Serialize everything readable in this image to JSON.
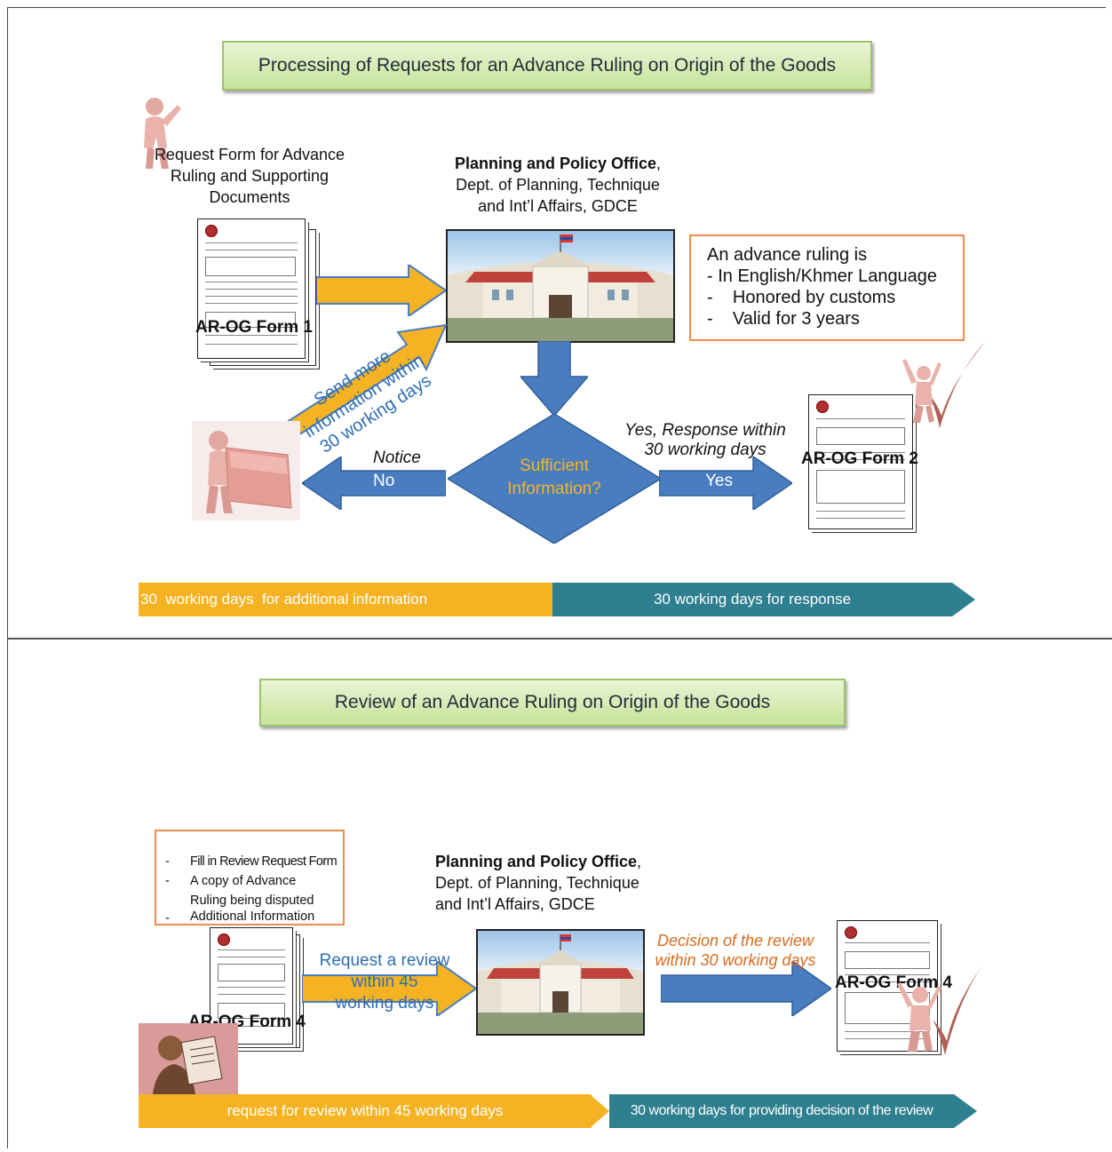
{
  "top": {
    "title": "Processing of Requests for an Advance Ruling on Origin of the Goods",
    "request_label": "Request Form for Advance Ruling and Supporting Documents",
    "form1_label": "AR-OG Form 1",
    "office_name": "Planning and Policy Office",
    "office_comma": ",",
    "office_line2": "Dept. of Planning, Technique",
    "office_line3": "and Int’l Affairs, GDCE",
    "callout_heading": "An advance ruling is",
    "callout_items": [
      "- In English/Khmer Language",
      "-    Honored by customs",
      "-    Valid for 3 years"
    ],
    "send_more": "Send more information within 30 working days",
    "send_more_line1": "Send more",
    "send_more_line2": "information within",
    "send_more_line3": "30 working days",
    "decision_line1": "Sufficient",
    "decision_line2": "Information?",
    "notice_label": "Notice",
    "no_label": "No",
    "yes_response_line1": "Yes, Response within",
    "yes_response_line2": "30 working days",
    "yes_label": "Yes",
    "form2_label": "AR-OG Form 2",
    "timeline_left": "30  working days  for additional information",
    "timeline_right": "30 working days for response"
  },
  "bottom": {
    "title": "Review of an Advance Ruling on Origin of the Goods",
    "checklist": [
      "Fill in Review Request Form",
      "A copy of Advance Ruling being disputed",
      "Additional Information"
    ],
    "checklist_line2a": "A copy of Advance",
    "checklist_line2b": "Ruling being disputed",
    "form4_left_label": "AR-OG Form 4",
    "request_review_line1": "Request a review",
    "request_review_line2": "within 45",
    "request_review_line3": "working days",
    "office_name": "Planning and Policy Office",
    "office_comma": ",",
    "office_line2": "Dept. of Planning, Technique",
    "office_line3": "and Int’l Affairs, GDCE",
    "decision_line1": "Decision of the review",
    "decision_line2": "within 30 working days",
    "form4_right_label": "AR-OG Form 4",
    "timeline_left": "request for review within 45 working days",
    "timeline_right": "30 working days for providing decision of the review"
  },
  "colors": {
    "orange_arrow": "#f5b324",
    "blue_arrow": "#4a7dbf",
    "teal_bar": "#2e7f8f",
    "callout_border": "#f08c48",
    "title_green": "#c7e39a"
  }
}
